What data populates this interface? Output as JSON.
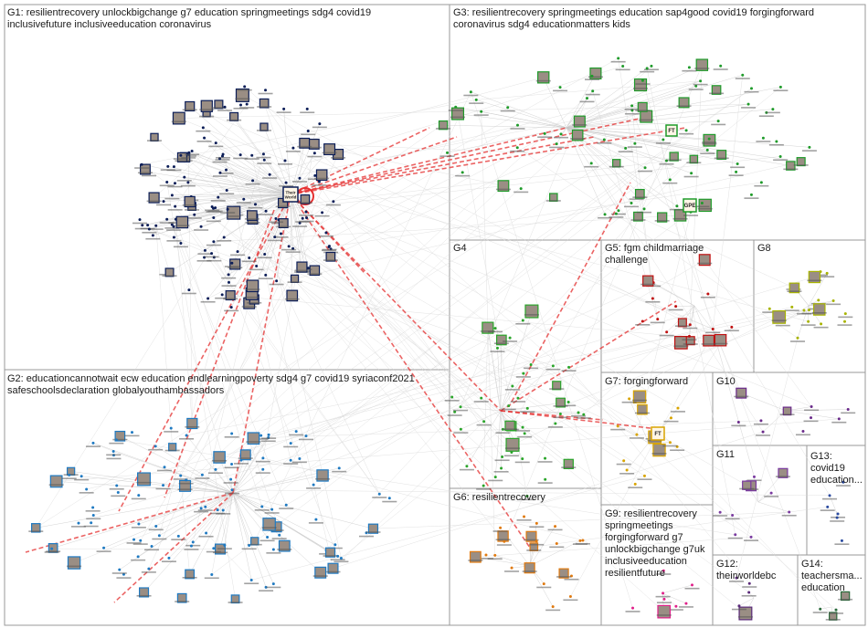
{
  "groups": [
    {
      "id": "G1",
      "label": "G1: resilientrecovery unlockbigchange g7 education springmeetings sdg4 covid19\ninclusivefuture inclusiveeducation coronavirus",
      "color": "#0b1d57"
    },
    {
      "id": "G2",
      "label": "G2: educationcannotwait ecw education endlearningpoverty sdg4 g7 covid19 syriaconf2021\nsafeschoolsdeclaration globalyouthambassadors",
      "color": "#1f7ac2"
    },
    {
      "id": "G3",
      "label": "G3: resilientrecovery springmeetings education sap4good covid19 forgingforward\ncoronavirus sdg4 educationmatters kids",
      "color": "#1f9b2a"
    },
    {
      "id": "G4",
      "label": "G4",
      "color": "#2aa52a"
    },
    {
      "id": "G5",
      "label": "G5: fgm childmarriage\nchallenge",
      "color": "#c01010"
    },
    {
      "id": "G6",
      "label": "G6: resilientrecovery",
      "color": "#e07a10"
    },
    {
      "id": "G7",
      "label": "G7: forgingforward",
      "color": "#d9a400"
    },
    {
      "id": "G8",
      "label": "G8",
      "color": "#a8b400"
    },
    {
      "id": "G9",
      "label": "G9: resilientrecovery\nspringmeetings\nforgingforward g7\nunlockbigchange g7uk\ninclusiveeducation\nresilientfuture",
      "color": "#e0208a"
    },
    {
      "id": "G10",
      "label": "G10",
      "color": "#6a2a8a"
    },
    {
      "id": "G11",
      "label": "G11",
      "color": "#7a3aa0"
    },
    {
      "id": "G12",
      "label": "G12:\ntheirworldebc",
      "color": "#5a2a7a"
    },
    {
      "id": "G13",
      "label": "G13:\ncovid19\neducation...",
      "color": "#2a4aa0"
    },
    {
      "id": "G14",
      "label": "G14:\nteachersma...\neducation",
      "color": "#2a6a3a"
    }
  ],
  "hub_nodes": [
    {
      "group": "G1",
      "text": "Their\nWorld"
    },
    {
      "group": "G3",
      "text": "FT"
    },
    {
      "group": "G3",
      "text": "GPE"
    },
    {
      "group": "G7",
      "text": "FT"
    }
  ]
}
